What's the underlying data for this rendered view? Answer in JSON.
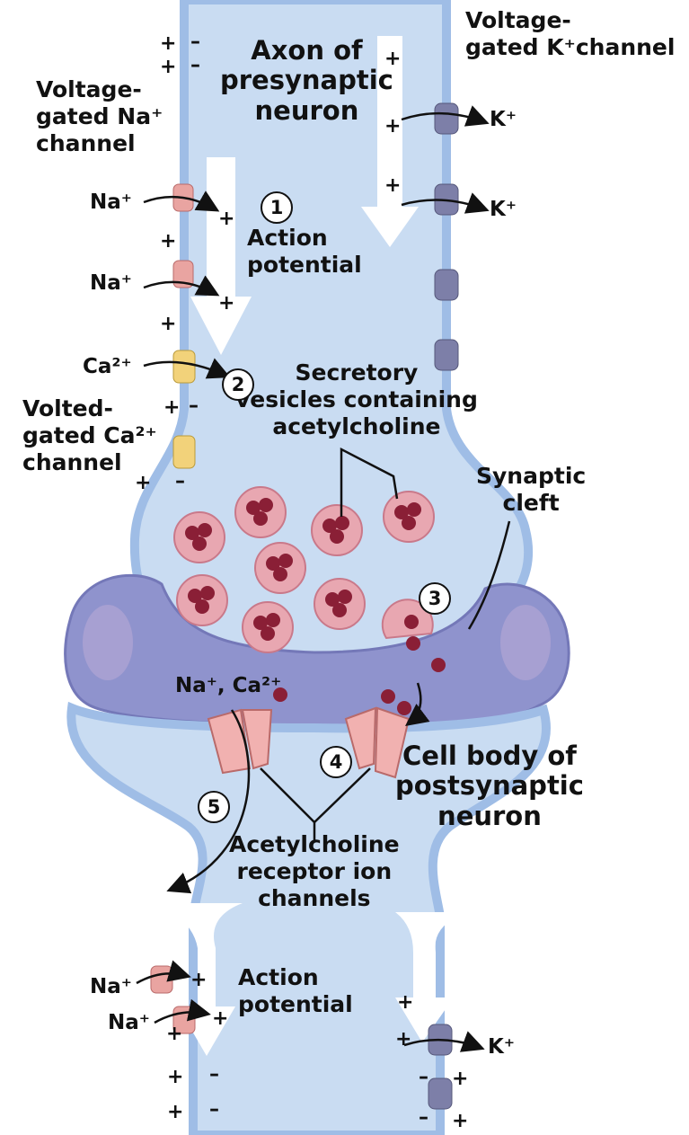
{
  "colors": {
    "cytoplasm": "#c9dcf2",
    "membrane": "#9fbde6",
    "arrow": "#ffffff",
    "cleft": "#8f93cd",
    "na_channel": "#e9a4a1",
    "k_channel": "#7d7fa8",
    "ca_channel": "#f2d27a",
    "vesicle": "#e8a7b1",
    "acetylcholine": "#8a1f36",
    "receptor": "#f1b1b0"
  },
  "labels": {
    "presynaptic_axon": "Axon of\npresynaptic\nneuron",
    "na_channel": "Voltage-\ngated Na⁺\nchannel",
    "k_channel": "Voltage-\ngated K⁺channel",
    "action_potential_top": "Action\npotential",
    "vesicles": "Secretory\nvesicles containing\nacetylcholine",
    "ca_channel": "Volted-\ngated Ca²⁺\nchannel",
    "synaptic_cleft": "Synaptic\ncleft",
    "postsynaptic": "Cell body of\npostsynaptic\nneuron",
    "receptors": "Acetylcholine\nreceptor ion\nchannels",
    "action_potential_bottom": "Action\npotential"
  },
  "ions": {
    "na_1": "Na⁺",
    "na_2": "Na⁺",
    "ca": "Ca²⁺",
    "k_1": "K⁺",
    "k_2": "K⁺",
    "na_ca": "Na⁺, Ca²⁺",
    "na_3": "Na⁺",
    "na_4": "Na⁺",
    "k_3": "K⁺"
  },
  "steps": [
    "1",
    "2",
    "3",
    "4",
    "5"
  ],
  "signs": {
    "plus": "+",
    "minus": "–"
  }
}
